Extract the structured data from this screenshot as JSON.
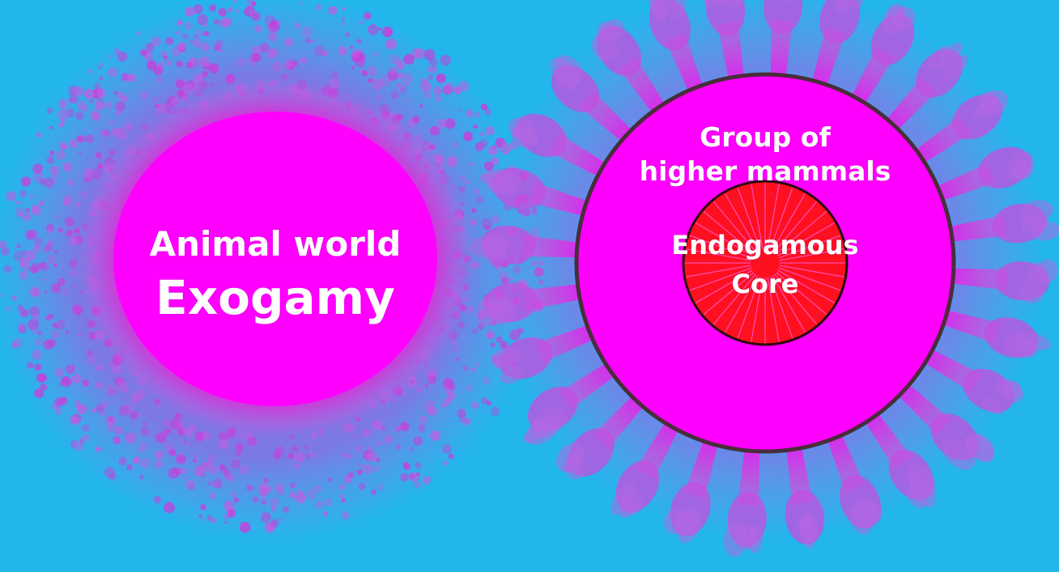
{
  "colors": {
    "background": "#22b6ec",
    "magenta": "#ff00ff",
    "speckle": "#cc3fd8",
    "core_red": "#ff1020",
    "outline": "#4a2c3a",
    "text": "#ffffff"
  },
  "left_circle": {
    "line1": "Animal world",
    "line2": "Exogamy"
  },
  "right_circle": {
    "line1": "Group of",
    "line2": "higher mammals"
  },
  "core": {
    "line1": "Endogamous",
    "line2": "Core"
  }
}
